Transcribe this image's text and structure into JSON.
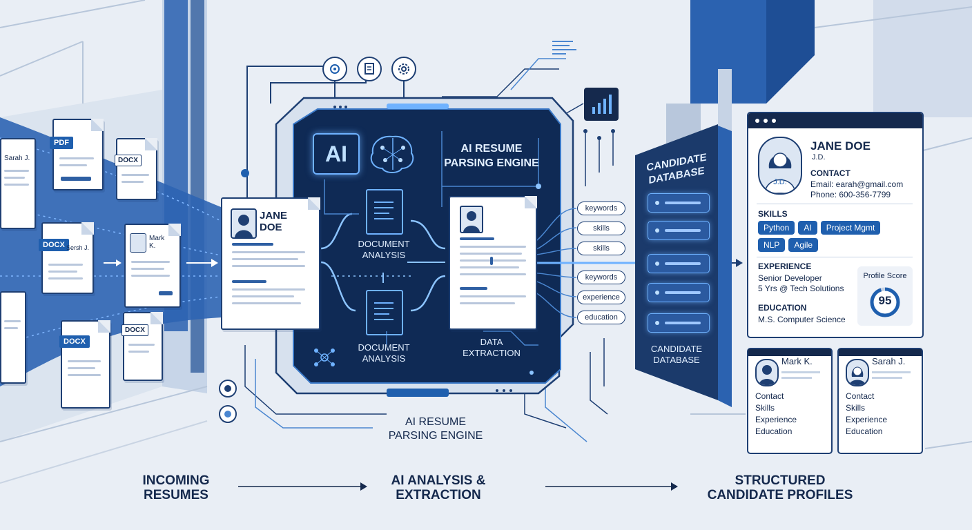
{
  "engine": {
    "ai_label": "AI",
    "title": "AI RESUME PARSING ENGINE",
    "doc_analysis_1": "DOCUMENT ANALYSIS",
    "doc_analysis_2": "DOCUMENT ANALYSIS",
    "data_extraction": "DATA EXTRACTION",
    "caption": "AI RESUME PARSING ENGINE"
  },
  "incoming": {
    "docs": [
      {
        "tag": "",
        "name": "Sarah J."
      },
      {
        "tag": "PDF",
        "name": ""
      },
      {
        "tag": "DOCX",
        "name": ""
      },
      {
        "tag": "DOCX",
        "name": "Sersh J."
      },
      {
        "tag": "",
        "name": "Mark K."
      },
      {
        "tag": "DOCX",
        "name": ""
      },
      {
        "tag": "DOCX",
        "name": ""
      }
    ],
    "main_resume_name": "JANE DOE"
  },
  "tags": [
    "keywords",
    "skills",
    "skills",
    "keywords",
    "experience",
    "education"
  ],
  "database": {
    "title_top": "CANDIDATE DATABASE",
    "title_bottom": "CANDIDATE DATABASE"
  },
  "profile": {
    "name": "JANE DOE",
    "initials": "J.D.",
    "avatar_initials": "J.D.",
    "contact_heading": "CONTACT",
    "email": "Email: earah@gmail.com",
    "phone": "Phone: 600-356-7799",
    "skills_heading": "SKILLS",
    "skills": [
      "Python",
      "AI",
      "Project Mgmt",
      "NLP",
      "Agile"
    ],
    "experience_heading": "EXPERIENCE",
    "experience_title": "Senior Developer",
    "experience_detail": "5 Yrs @ Tech Solutions",
    "education_heading": "EDUCATION",
    "education_detail": "M.S. Computer Science",
    "score_label": "Profile Score",
    "score_value": "95"
  },
  "mini_profiles": [
    {
      "name": "Mark K.",
      "fields": [
        "Contact",
        "Skills",
        "Experience",
        "Education"
      ]
    },
    {
      "name": "Sarah J.",
      "fields": [
        "Contact",
        "Skills",
        "Experience",
        "Education"
      ]
    }
  ],
  "captions": {
    "left": "INCOMING RESUMES",
    "middle": "AI ANALYSIS & EXTRACTION",
    "right": "STRUCTURED CANDIDATE PROFILES"
  },
  "colors": {
    "navy": "#15294d",
    "brand_blue": "#1f5fae",
    "glow": "#6fb2ff",
    "background": "#e9eef5"
  },
  "icons": [
    "gear-icon",
    "document-icon",
    "settings-icon",
    "bar-chart-icon",
    "brain-icon",
    "network-icon"
  ]
}
